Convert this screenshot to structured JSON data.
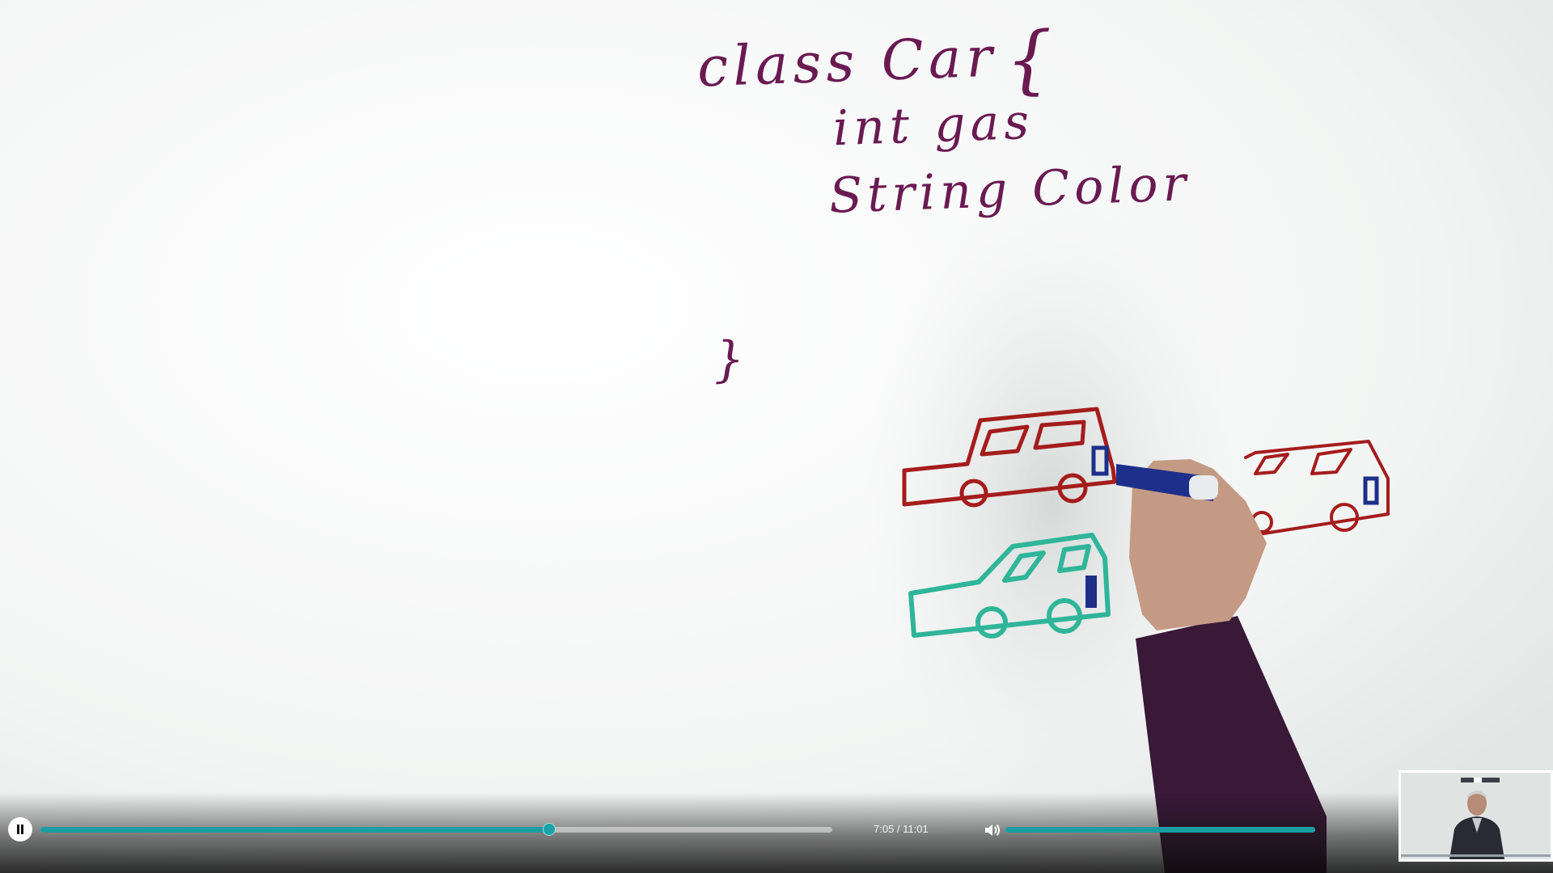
{
  "whiteboard": {
    "code_title": "class Car",
    "code_brace_open": "{",
    "code_field_1": "int gas",
    "code_field_2": "String Color",
    "code_brace_close": "}",
    "ink_color": "#6a1a52",
    "car_colors": {
      "red_car": "#a51c1c",
      "teal_car": "#2fb59a",
      "right_car": "#a51c1c",
      "gas_cap": "#1d2f8a"
    }
  },
  "player": {
    "state": "playing",
    "play_pause_icon": "pause-icon",
    "current_time": "7:05",
    "duration": "11:01",
    "time_display": "7:05 / 11:01",
    "progress_fraction": 0.643,
    "volume_icon": "volume-icon",
    "volume_fraction": 1.0,
    "accent_color": "#1a9ea3"
  }
}
